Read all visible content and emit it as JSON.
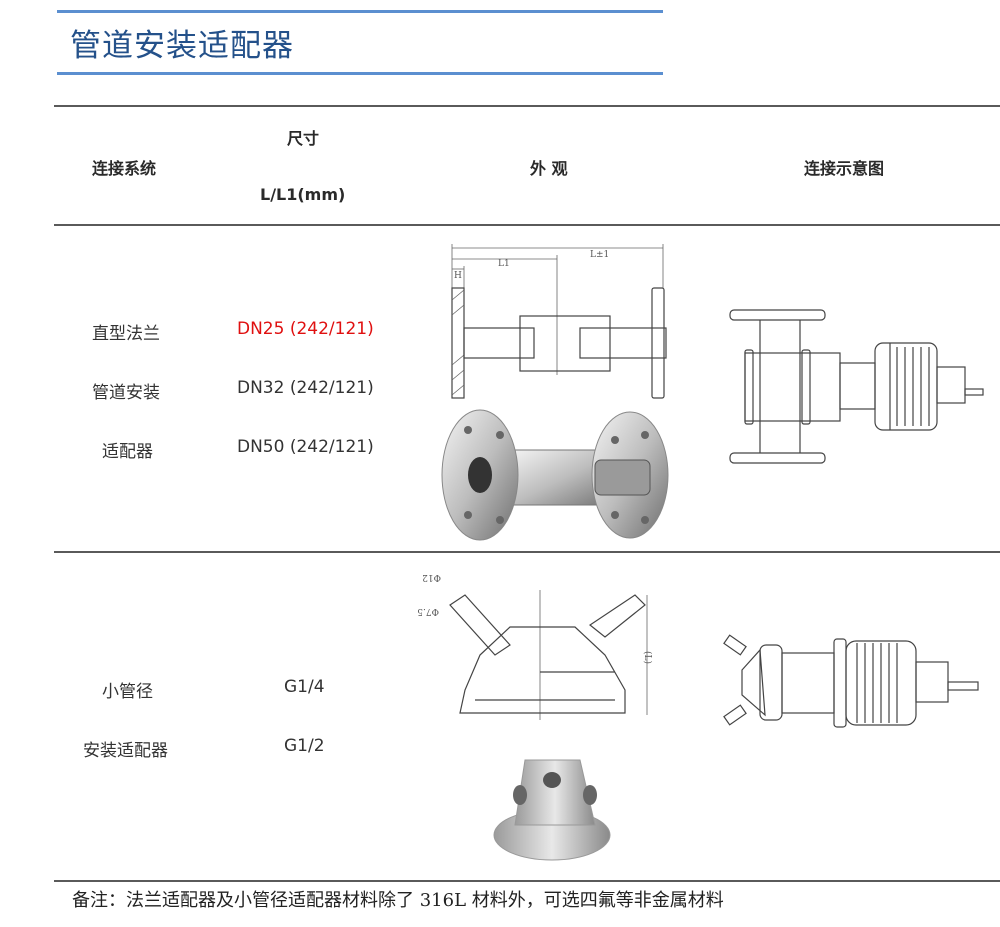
{
  "page": {
    "title": "管道安装适配器",
    "accent_color": "#5b8fd0",
    "title_color": "#24518a"
  },
  "table": {
    "headers": {
      "system": "连接系统",
      "size_line1": "尺寸",
      "size_line2": "L/L1(mm)",
      "appearance": "外 观",
      "diagram": "连接示意图"
    },
    "rows": [
      {
        "system_lines": [
          "直型法兰",
          "管道安装",
          "适配器"
        ],
        "sizes": [
          "DN25 (242/121)",
          "DN32 (242/121)",
          "DN50 (242/121)"
        ],
        "highlight_color": "#e01010",
        "drawing_labels": {
          "L1": "L1",
          "L": "L±1",
          "H": "H"
        },
        "appearance_images": [
          "flange-adapter-drawing",
          "flange-adapter-photo"
        ],
        "diagram_image": "flange-adapter-connection-diagram"
      },
      {
        "system_lines": [
          "小管径",
          "安装适配器"
        ],
        "sizes": [
          "G1/4",
          "G1/2"
        ],
        "drawing_labels": {
          "d1": "Φ12",
          "d2": "Φ7.5",
          "L": "(L)"
        },
        "appearance_images": [
          "small-pipe-adapter-drawing",
          "small-pipe-adapter-photo"
        ],
        "diagram_image": "small-pipe-adapter-connection-diagram"
      }
    ]
  },
  "footer": {
    "note": "备注：法兰适配器及小管径适配器材料除了 316L 材料外，可选四氟等非金属材料"
  }
}
